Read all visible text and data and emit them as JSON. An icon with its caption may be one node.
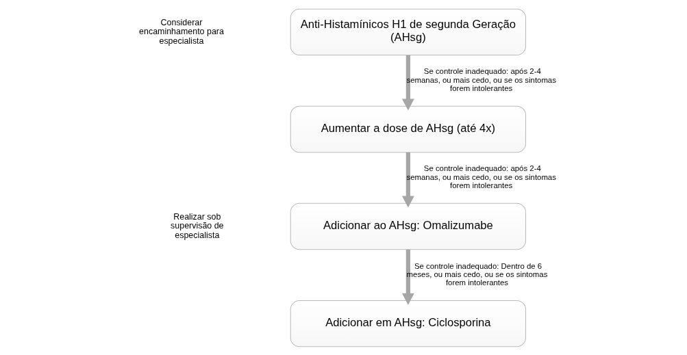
{
  "diagram": {
    "nodes": [
      {
        "text": [
          "Anti-Histamínicos H1 de segunda Geração (AHsg)"
        ]
      },
      {
        "text": [
          "Aumentar a dose de AHsg (até 4x)"
        ]
      },
      {
        "text": [
          "Adicionar ao AHsg: Omalizumabe"
        ]
      },
      {
        "text": [
          "Adicionar em AHsg: Ciclosporina"
        ]
      }
    ],
    "edges": [
      {
        "from": 0,
        "to": 1,
        "arrow": "to",
        "label": "Se controle inadequado: após 2-4 semanas, ou mais cedo, ou se os sintomas forem intolerantes"
      },
      {
        "from": 1,
        "to": 2,
        "arrow": "to",
        "label": "Se controle inadequado: após 2-4 semanas, ou mais cedo, ou se os sintomas forem intolerantes"
      },
      {
        "from": 2,
        "to": 3,
        "arrow": "to",
        "label": "Se controle inadequado: Dentro de 6 meses, ou mais cedo, ou se os sintomas forem intolerantes"
      }
    ],
    "labels": [
      "Considerar encaminhamento para especialista",
      "Realizar sob supervisão de especialista"
    ]
  }
}
